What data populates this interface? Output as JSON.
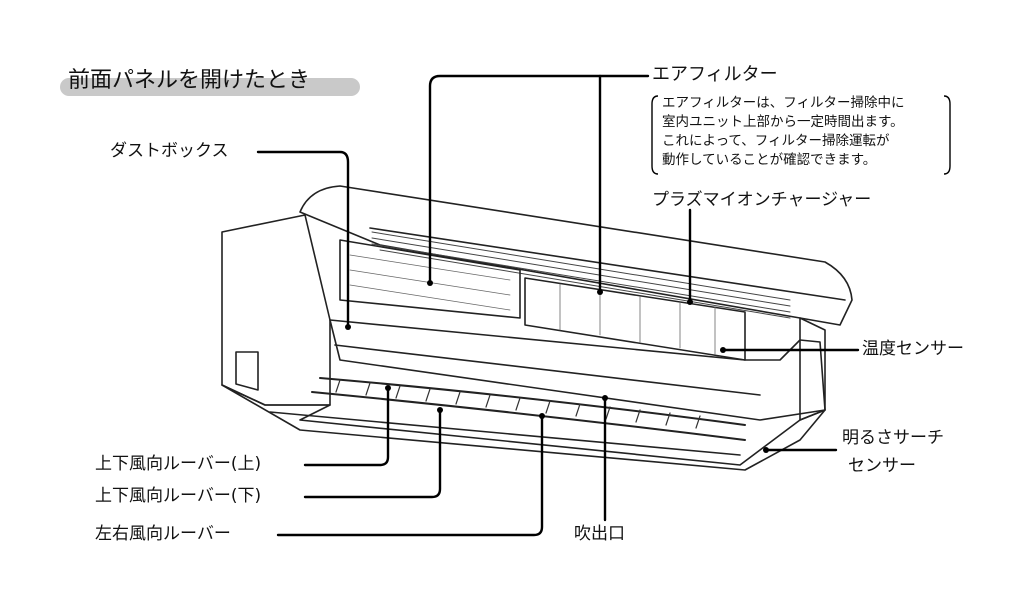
{
  "title": "前面パネルを開けたとき",
  "labels": {
    "air_filter": "エアフィルター",
    "dust_box": "ダストボックス",
    "plasma_ion_charger": "プラズマイオンチャージャー",
    "temperature_sensor": "温度センサー",
    "brightness_sensor_line1": "明るさサーチ",
    "brightness_sensor_line2": "センサー",
    "vertical_louver_upper": "上下風向ルーバー(上)",
    "vertical_louver_lower": "上下風向ルーバー(下)",
    "horizontal_louver": "左右風向ルーバー",
    "air_outlet": "吹出口"
  },
  "air_filter_note": [
    "エアフィルターは、フィルター掃除中に",
    "室内ユニット上部から一定時間出ます。",
    "これによって、フィルター掃除運転が",
    "動作していることが確認できます。"
  ]
}
